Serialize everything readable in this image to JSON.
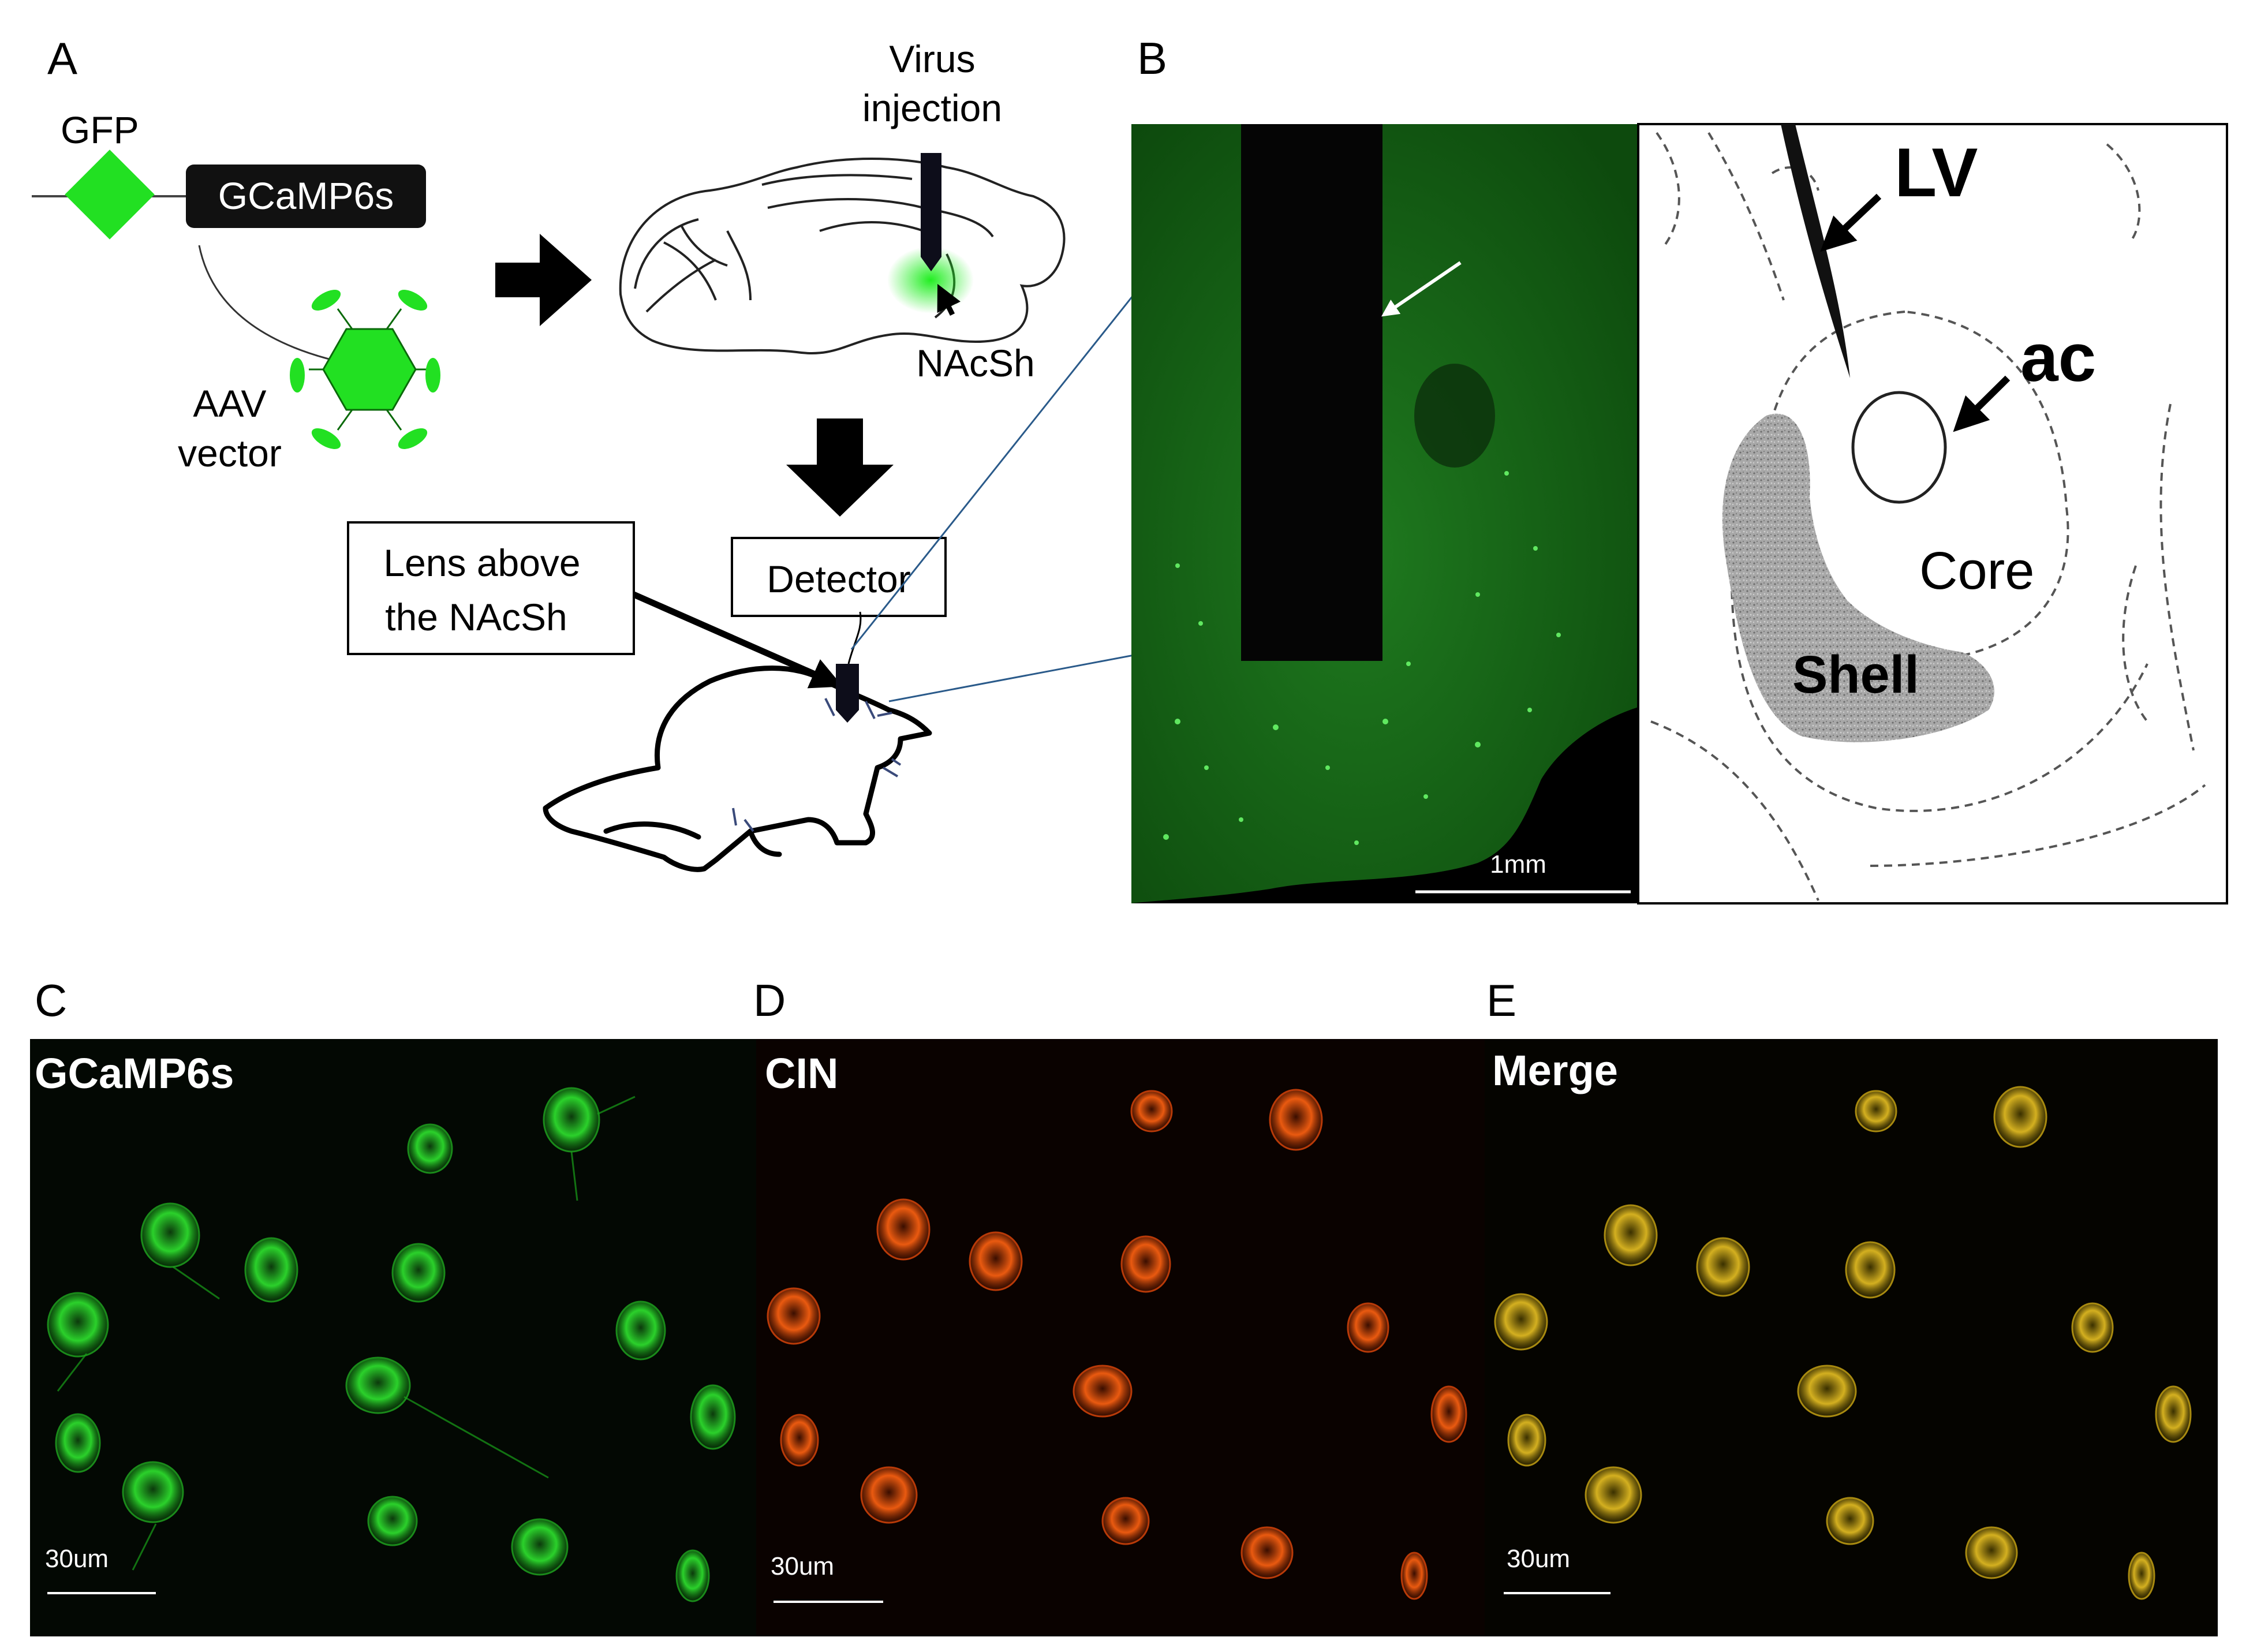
{
  "panels": {
    "a": {
      "letter": "A",
      "gfp_label": "GFP",
      "construct_label": "GCaMP6s",
      "vector_label_line1": "AAV",
      "vector_label_line2": "vector",
      "injection_label_line1": "Virus",
      "injection_label_line2": "injection",
      "target_label": "NAcSh",
      "lens_label_line1": "Lens above",
      "lens_label_line2": "the NAcSh",
      "detector_label": "Detector"
    },
    "b": {
      "letter": "B",
      "scale_bar_label": "1mm",
      "atlas": {
        "lv_label": "LV",
        "ac_label": "ac",
        "core_label": "Core",
        "shell_label": "Shell"
      }
    },
    "c": {
      "letter": "C",
      "channel_label": "GCaMP6s",
      "scale_bar_label": "30um"
    },
    "d": {
      "letter": "D",
      "channel_label": "CIN",
      "scale_bar_label": "30um"
    },
    "e": {
      "letter": "E",
      "channel_label": "Merge",
      "scale_bar_label": "30um"
    }
  },
  "colors": {
    "gfp_green": "#22e022",
    "gcamp_box": "#111111",
    "shell_grey": "#9a9a9a",
    "micro_green": "#2bd12b",
    "micro_red": "#e04a10",
    "micro_merge": "#c9a512"
  }
}
